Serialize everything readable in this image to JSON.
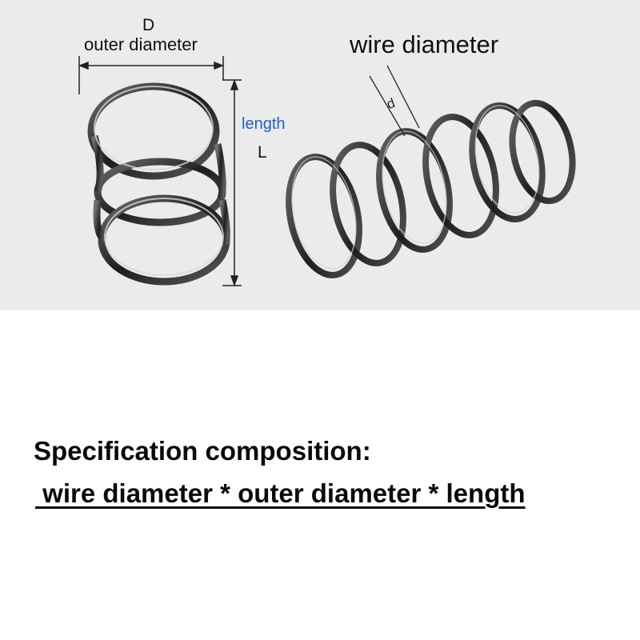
{
  "labels": {
    "outer_diameter_symbol": "D",
    "outer_diameter": "outer diameter",
    "length": "length",
    "length_symbol": "L",
    "wire_diameter": "wire diameter",
    "wire_diameter_symbol": "d"
  },
  "spec": {
    "heading": "Specification composition:",
    "formula": " wire diameter * outer diameter * length"
  },
  "colors": {
    "photo_background": "#ebebeb",
    "length_label": "#1f5fd0",
    "spring_metal": "#2a2a2a"
  }
}
